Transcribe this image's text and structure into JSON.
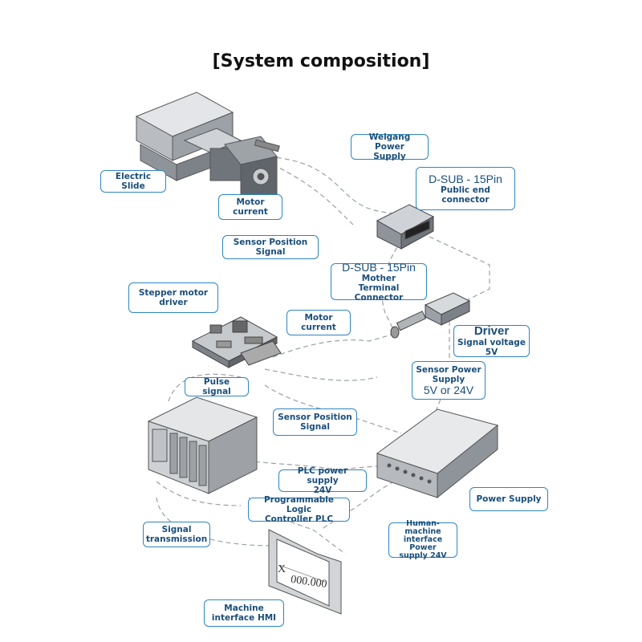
{
  "title": "[System composition]",
  "labels": {
    "electric_slide": "Electric Slide",
    "motor_current_top": [
      "Motor",
      "current"
    ],
    "weigang_power": [
      "Weigang Power",
      "Supply"
    ],
    "dsub_public": {
      "title": "D-SUB - 15Pin",
      "line1": "Public end",
      "line2": "connector"
    },
    "sensor_position_top": [
      "Sensor Position",
      "Signal"
    ],
    "dsub_mother": {
      "title": "D-SUB - 15Pin",
      "line1": "Mother",
      "line2": "Terminal",
      "line3": "Connector"
    },
    "stepper_driver": "Stepper motor driver",
    "motor_current_mid": [
      "Motor",
      "current"
    ],
    "driver": {
      "title": "Driver",
      "line1": "Signal voltage",
      "line2": "5V"
    },
    "sensor_power": {
      "line1": "Sensor Power",
      "line2": "Supply",
      "line3": "5V or 24V"
    },
    "pulse_signal": "Pulse signal",
    "sensor_position_mid": [
      "Sensor Position",
      "Signal"
    ],
    "plc_power": [
      "PLC power supply",
      "24V"
    ],
    "plc": [
      "Programmable Logic",
      "Controller PLC"
    ],
    "power_supply": "Power Supply",
    "signal_transmission": [
      "Signal",
      "transmission"
    ],
    "hmi_power": [
      "Human-machine",
      "interface",
      "Power",
      "supply 24V"
    ],
    "hmi": [
      "Machine",
      "interface HMI"
    ]
  },
  "hmi_screen": {
    "axis": "X",
    "readout": "000.000"
  }
}
